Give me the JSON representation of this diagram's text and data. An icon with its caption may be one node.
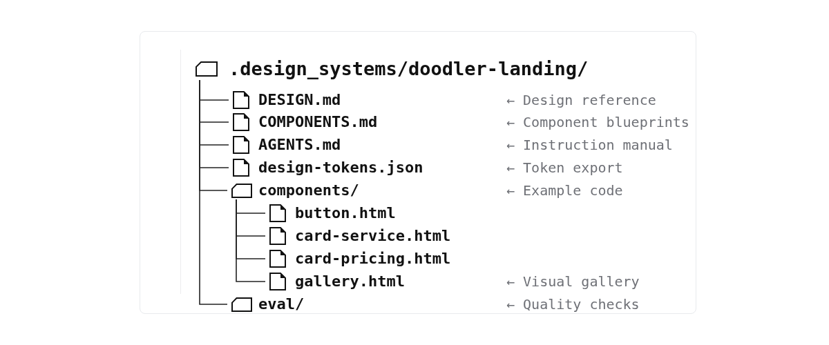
{
  "diagram": {
    "nodes": [
      {
        "text": [
          ".design_systems/doodler-landing/"
        ]
      },
      {
        "text": [
          "DESIGN.md"
        ]
      },
      {
        "text": [
          "COMPONENTS.md"
        ]
      },
      {
        "text": [
          "AGENTS.md"
        ]
      },
      {
        "text": [
          "design-tokens.json"
        ]
      },
      {
        "text": [
          "components/"
        ]
      },
      {
        "text": [
          "button.html"
        ]
      },
      {
        "text": [
          "card-service.html"
        ]
      },
      {
        "text": [
          "card-pricing.html"
        ]
      },
      {
        "text": [
          "gallery.html"
        ]
      },
      {
        "text": [
          "eval/"
        ]
      }
    ],
    "edges": [
      {
        "from": 0,
        "to": 1,
        "arrow": "none"
      },
      {
        "from": 0,
        "to": 2,
        "arrow": "none"
      },
      {
        "from": 0,
        "to": 3,
        "arrow": "none"
      },
      {
        "from": 0,
        "to": 4,
        "arrow": "none"
      },
      {
        "from": 0,
        "to": 5,
        "arrow": "none"
      },
      {
        "from": 5,
        "to": 6,
        "arrow": "none"
      },
      {
        "from": 5,
        "to": 7,
        "arrow": "none"
      },
      {
        "from": 5,
        "to": 8,
        "arrow": "none"
      },
      {
        "from": 5,
        "to": 9,
        "arrow": "none"
      },
      {
        "from": 0,
        "to": 10,
        "arrow": "none"
      }
    ],
    "labels": [
      "← Design reference",
      "← Component blueprints",
      "← Instruction manual",
      "← Token export",
      "← Example code",
      "← Visual gallery",
      "← Quality checks"
    ]
  }
}
